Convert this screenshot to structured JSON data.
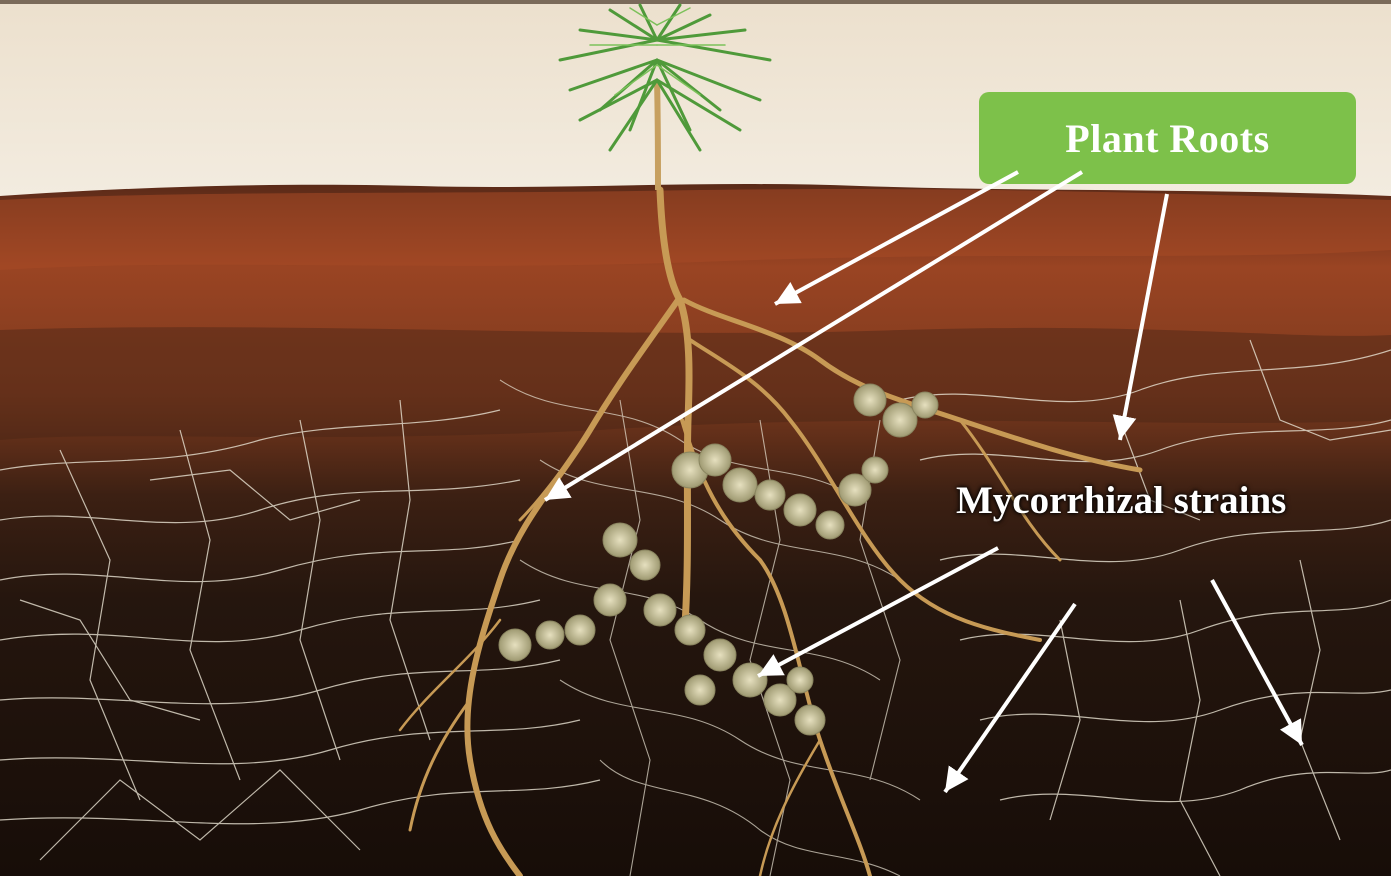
{
  "labels": {
    "plant_roots": "Plant Roots",
    "mycorrhizal": "Mycorrhizal strains"
  },
  "colors": {
    "label_box": "#7dc14a",
    "label_text": "#ffffff",
    "arrow": "#ffffff",
    "sky": "#efe6d6",
    "topsoil": "#8a3a1c",
    "deep_soil": "#1e130d",
    "hyphae": "#e8e2d2",
    "root": "#c79a55",
    "foliage": "#4f9a3a"
  },
  "icons": {
    "arrows": "white-arrow-pointers",
    "seedling": "pine-seedling-illustration"
  }
}
